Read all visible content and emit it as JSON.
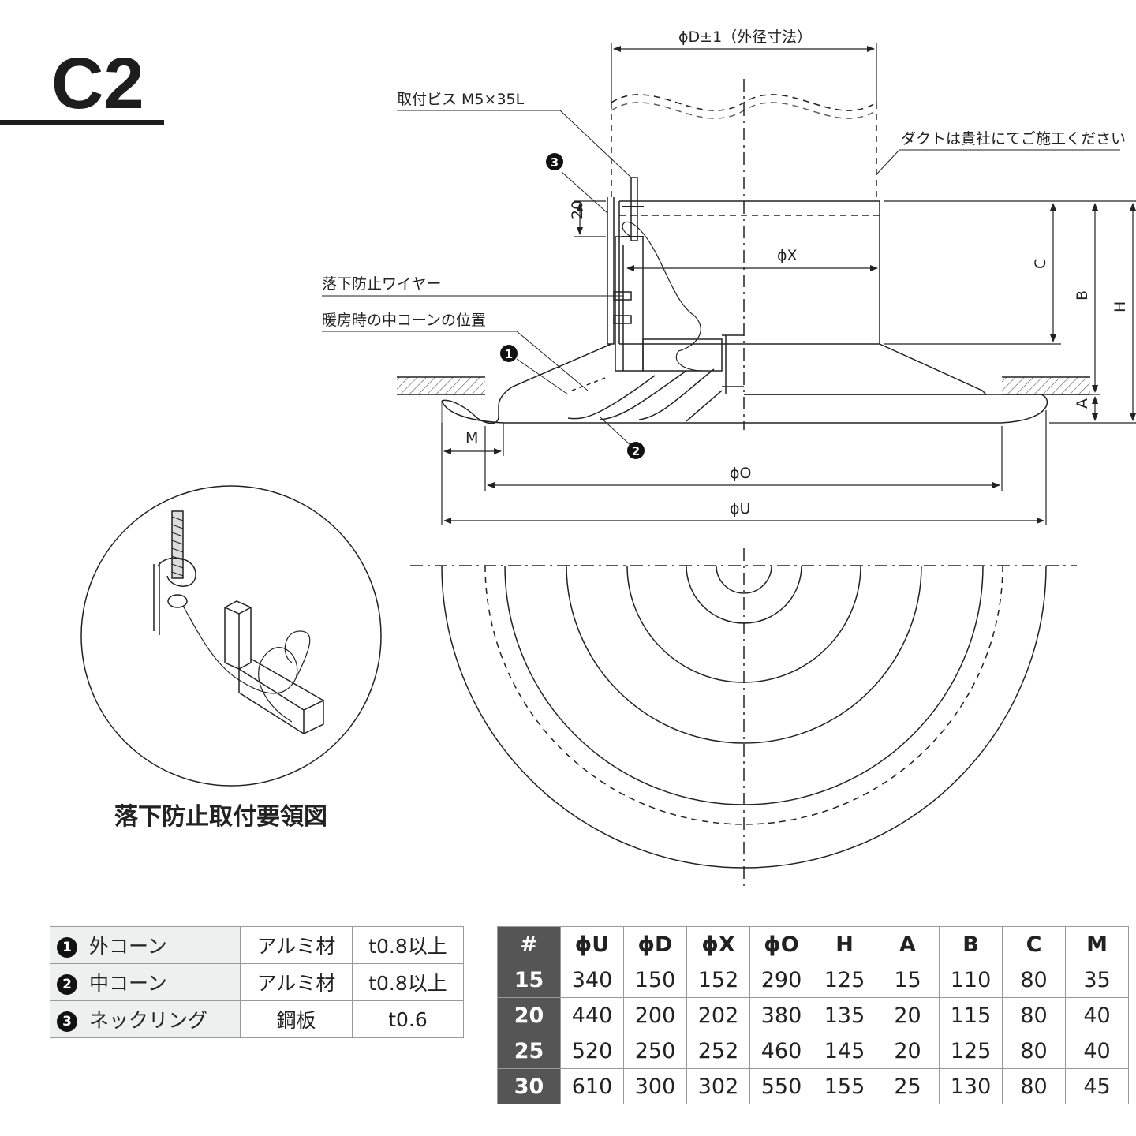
{
  "title": "C2",
  "labels": {
    "outer_diameter": "ϕD±1（外径寸法）",
    "screw": "取付ビス M5×35L",
    "duct_note": "ダクトは貴社にてご施工ください",
    "dim_20": "20",
    "phi_x": "ϕX",
    "wire": "落下防止ワイヤー",
    "heating_pos": "暖房時の中コーンの位置",
    "dim_c": "C",
    "dim_b": "B",
    "dim_h": "H",
    "dim_a": "A",
    "dim_m": "M",
    "phi_o": "ϕO",
    "phi_u": "ϕU",
    "marker_1": "1",
    "marker_2": "2",
    "marker_3": "3",
    "detail_caption": "落下防止取付要領図"
  },
  "parts": [
    {
      "num": "1",
      "name": "外コーン",
      "material": "アルミ材",
      "thickness": "t0.8以上"
    },
    {
      "num": "2",
      "name": "中コーン",
      "material": "アルミ材",
      "thickness": "t0.8以上"
    },
    {
      "num": "3",
      "name": "ネックリング",
      "material": "鋼板",
      "thickness": "t0.6"
    }
  ],
  "dimensions": {
    "headers": [
      "#",
      "ϕU",
      "ϕD",
      "ϕX",
      "ϕO",
      "H",
      "A",
      "B",
      "C",
      "M"
    ],
    "rows": [
      [
        "15",
        "340",
        "150",
        "152",
        "290",
        "125",
        "15",
        "110",
        "80",
        "35"
      ],
      [
        "20",
        "440",
        "200",
        "202",
        "380",
        "135",
        "20",
        "115",
        "80",
        "40"
      ],
      [
        "25",
        "520",
        "250",
        "252",
        "460",
        "145",
        "20",
        "125",
        "80",
        "40"
      ],
      [
        "30",
        "610",
        "300",
        "302",
        "550",
        "155",
        "25",
        "130",
        "80",
        "45"
      ]
    ]
  }
}
